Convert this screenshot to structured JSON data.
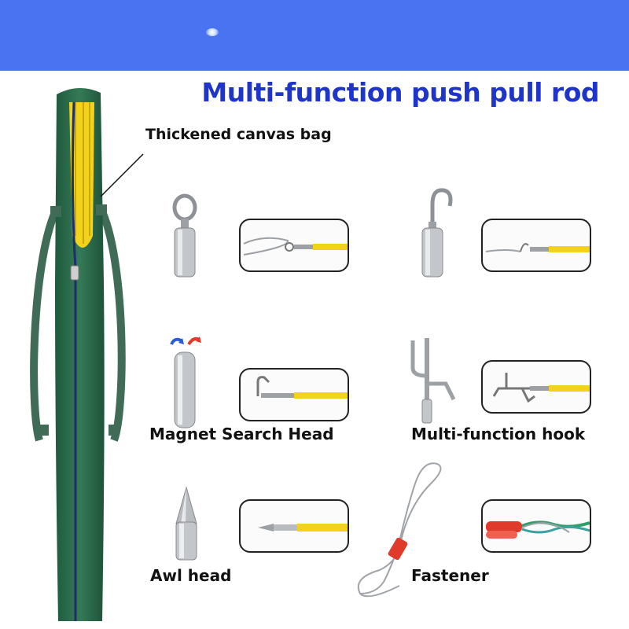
{
  "title": "Multi-function push pull rod",
  "labels": {
    "bag": "Thickened canvas bag",
    "magnet": "Magnet Search Head",
    "multi_hook": "Multi-function hook",
    "awl": "Awl head",
    "fastener": "Fastener"
  },
  "colors": {
    "banner": "#4a73f2",
    "title": "#1f35c9",
    "bag": "#2e6b4e",
    "rod": "#f2d21b",
    "metal": "#b8bcc0"
  },
  "icons": [
    "eye-hook-head",
    "open-hook-head",
    "magnet-search-head",
    "multi-function-hook-head",
    "awl-head",
    "fastener-loop"
  ]
}
